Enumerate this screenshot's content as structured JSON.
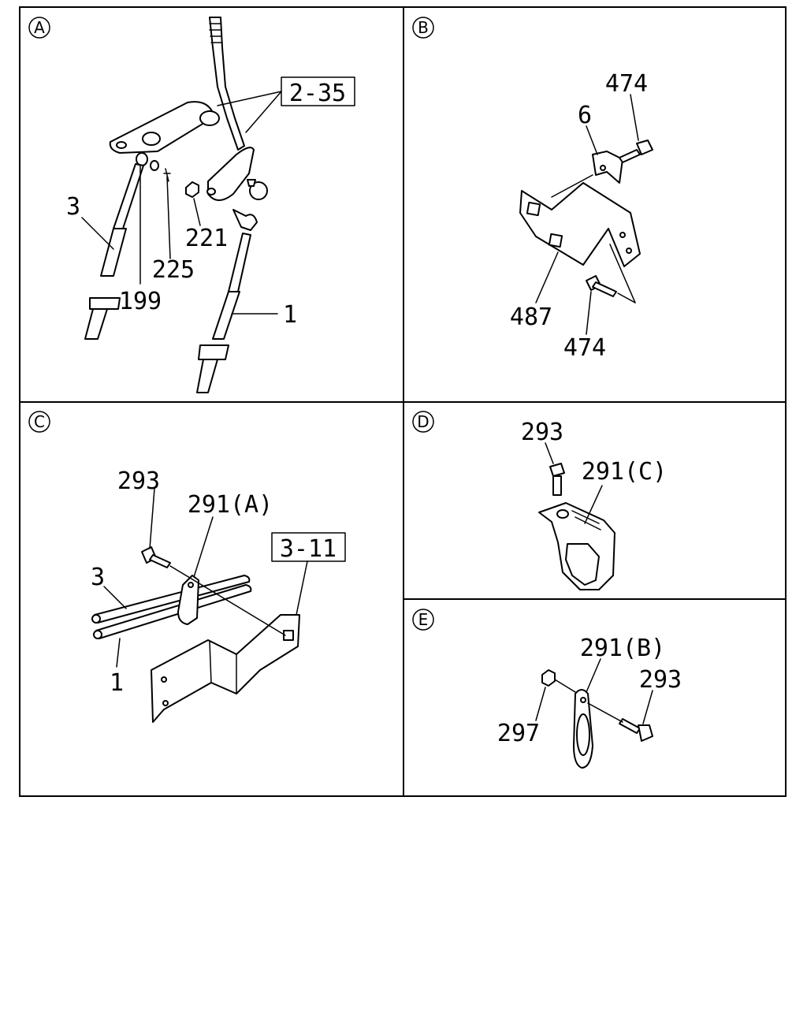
{
  "panels": {
    "a": {
      "letter": "A",
      "ref_box": "2-35",
      "labels": {
        "p3": "3",
        "p199": "199",
        "p225": "225",
        "p221": "221",
        "p1": "1"
      }
    },
    "b": {
      "letter": "B",
      "labels": {
        "p474_top": "474",
        "p6": "6",
        "p487": "487",
        "p474_bottom": "474"
      }
    },
    "c": {
      "letter": "C",
      "ref_box": "3-11",
      "labels": {
        "p293": "293",
        "p291a": "291(A)",
        "p3": "3",
        "p1": "1"
      }
    },
    "d": {
      "letter": "D",
      "labels": {
        "p293": "293",
        "p291c": "291(C)"
      }
    },
    "e": {
      "letter": "E",
      "labels": {
        "p291b": "291(B)",
        "p293": "293",
        "p297": "297"
      }
    }
  }
}
